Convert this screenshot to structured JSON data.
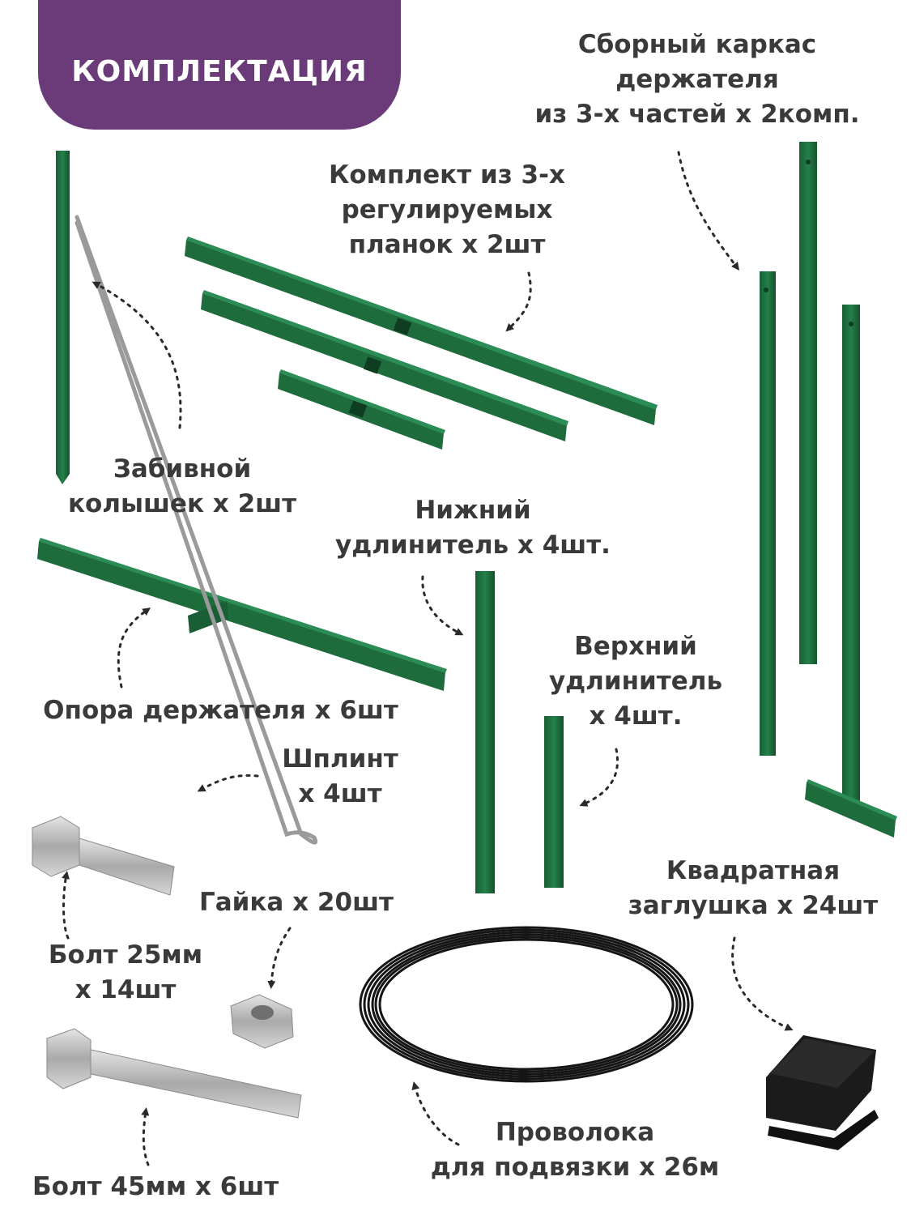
{
  "header": {
    "title": "КОМПЛЕКТАЦИЯ"
  },
  "colors": {
    "accent": "#6b3a78",
    "frame_green": "#1e6b3c",
    "text": "#3a3a3a",
    "wire": "#151515"
  },
  "labels": {
    "frame": [
      "Сборный каркас",
      "держателя",
      "из 3-х частей х 2комп."
    ],
    "planks": [
      "Комплект из 3-х",
      "регулируемых",
      "планок х 2шт"
    ],
    "stake": [
      "Забивной",
      "колышек х 2шт"
    ],
    "lower_ext": [
      "Нижний",
      "удлинитель х 4шт."
    ],
    "upper_ext": [
      "Верхний",
      "удлинитель",
      "х 4шт."
    ],
    "support": [
      "Опора держателя х 6шт"
    ],
    "cotter": [
      "Шплинт",
      "х 4шт"
    ],
    "nut": [
      "Гайка х 20шт"
    ],
    "bolt25": [
      "Болт 25мм",
      "х 14шт"
    ],
    "bolt45": [
      "Болт 45мм х 6шт"
    ],
    "plug": [
      "Квадратная",
      "заглушка х 24шт"
    ],
    "wire": [
      "Проволока",
      "для подвязки х 26м"
    ]
  },
  "icons": [
    "metal-stake-icon",
    "adjustable-plank-icon",
    "frame-post-icon",
    "extender-tube-icon",
    "t-support-icon",
    "cotter-pin-icon",
    "bolt-icon",
    "hex-nut-icon",
    "wire-coil-icon",
    "square-plug-icon",
    "dotted-arrow-icon"
  ]
}
